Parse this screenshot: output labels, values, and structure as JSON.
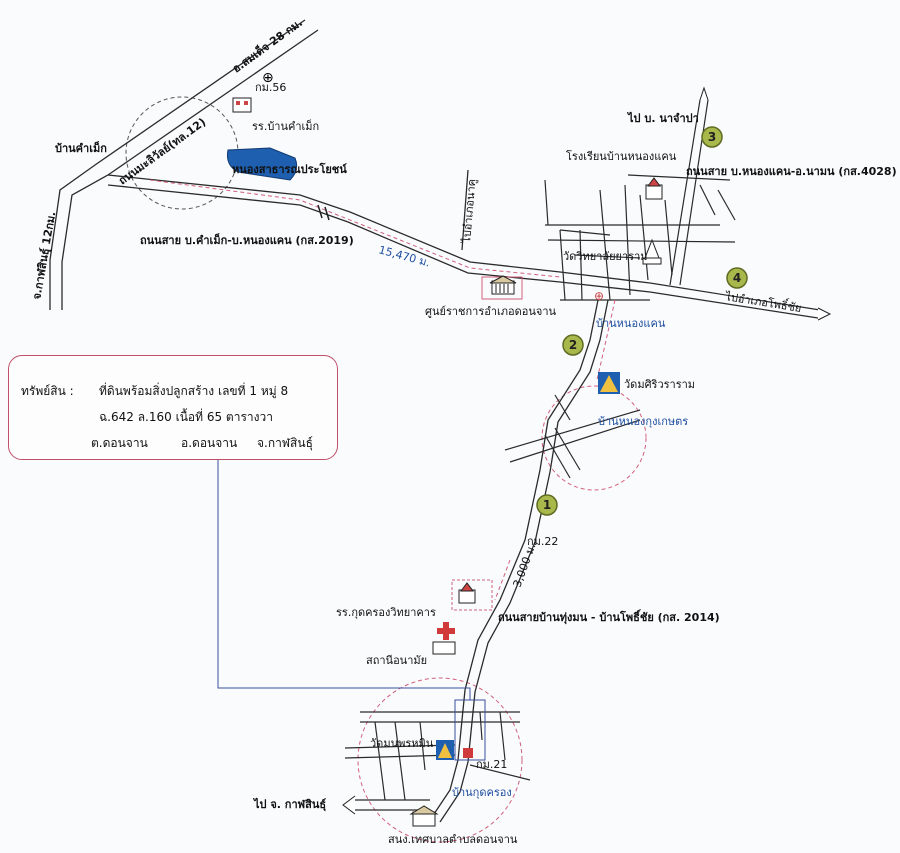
{
  "map": {
    "labels": {
      "km56": "กม.56",
      "ampho_somdet": "อ.สมเด็จ 28 กม.",
      "school_kham_muek": "รร.บ้านคำเม็ก",
      "ban_kham_muek": "บ้านคำเม็ก",
      "road_12": "ถนนมะลิวัลย์(ทล.12)",
      "pond": "หนองสาธารณประโยชน์",
      "kalasin_12": "จ.กาฬสินธุ์ 12กม.",
      "road_2019": "ถนนสาย บ.คำเม็ก-บ.หนองแคน (กส.2019)",
      "dist_15470": "15,470 ม.",
      "to_na_khu": "ไปอำเภอนาคู",
      "district_office": "ศูนย์ราชการอำเภอดอนจาน",
      "to_na_champa": "ไป บ. นาจำปา",
      "school_nong_khaen": "โรงเรียนบ้านหนองแคน",
      "road_4028": "ถนนสาย บ.หนองแคน-อ.นามน (กส.4028)",
      "wat_nong_khaen": "วัดวิทยาลัยยาราม",
      "to_pho_chai": "ไปอำเภอโพธิ์ชัย",
      "ban_nong_khaen": "บ้านหนองแคน",
      "wat_siriwararam": "วัดมศิริวราราม",
      "ban_nong_kung": "บ้านหนองกุงเกษตร",
      "km22": "กม.22",
      "dist_3000": "3,000 ม.",
      "school_kut_khrong": "รร.กุดครองวิทยาคาร",
      "road_2014": "ถนนสายบ้านทุ่งมน - บ้านโพธิ์ชัย (กส. 2014)",
      "health_station": "สถานีอนามัย",
      "wat_don_chan": "วัดมนพรหมิน",
      "km21": "กม.21",
      "to_kalasin": "ไป จ. กาฬสินธุ์",
      "ban_kut_khrong": "บ้านกุดครอง",
      "municipal_office": "สนง.เทศบาลตำบลดอนจาน"
    },
    "markers": [
      "1",
      "2",
      "3",
      "4"
    ],
    "icons": {
      "temple": "temple-icon",
      "school": "school-icon",
      "government": "government-building-icon",
      "hospital": "health-cross-icon",
      "property": "property-marker-icon"
    },
    "colors": {
      "road": "#2b2b2b",
      "pond": "#1e5fb0",
      "dashed_route": "#d0607a",
      "marker": "#a8b84a",
      "blue_label": "#1f4fa0",
      "connector": "#3a4fa0"
    }
  },
  "asset_box": {
    "title": "ทรัพย์สิน :",
    "line1": "ที่ดินพร้อมสิ่งปลูกสร้าง เลขที่ 1 หมู่ 8",
    "line2": "ฉ.642 ล.160 เนื้อที่ 65 ตารางวา",
    "line3_a": "ต.ดอนจาน",
    "line3_b": "อ.ดอนจาน",
    "line3_c": "จ.กาฬสินธุ์"
  }
}
